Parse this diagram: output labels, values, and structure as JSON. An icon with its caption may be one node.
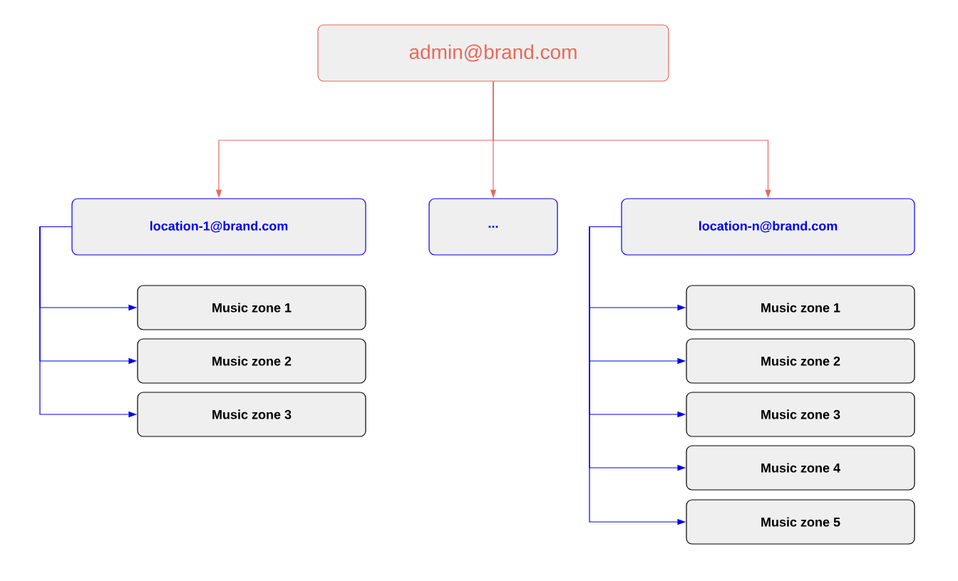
{
  "diagram": {
    "nodes": [
      {
        "text": [
          "admin@brand.com"
        ]
      },
      {
        "text": [
          "location-1@brand.com"
        ]
      },
      {
        "text": [
          "..."
        ]
      },
      {
        "text": [
          "location-n@brand.com"
        ]
      },
      {
        "text": [
          "Music zone 1"
        ]
      },
      {
        "text": [
          "Music zone 2"
        ]
      },
      {
        "text": [
          "Music zone 3"
        ]
      },
      {
        "text": [
          "Music zone 1"
        ]
      },
      {
        "text": [
          "Music zone 2"
        ]
      },
      {
        "text": [
          "Music zone 3"
        ]
      },
      {
        "text": [
          "Music zone 4"
        ]
      },
      {
        "text": [
          "Music zone 5"
        ]
      }
    ],
    "edges": [
      {
        "from": 0,
        "to": 1,
        "arrow": "to",
        "color": "#e8685a"
      },
      {
        "from": 0,
        "to": 2,
        "arrow": "to",
        "color": "#e8685a"
      },
      {
        "from": 0,
        "to": 3,
        "arrow": "to",
        "color": "#e8685a"
      },
      {
        "from": 1,
        "to": 4,
        "arrow": "to"
      },
      {
        "from": 1,
        "to": 5,
        "arrow": "to"
      },
      {
        "from": 1,
        "to": 6,
        "arrow": "to"
      },
      {
        "from": 3,
        "to": 7,
        "arrow": "to"
      },
      {
        "from": 3,
        "to": 8,
        "arrow": "to"
      },
      {
        "from": 3,
        "to": 9,
        "arrow": "to"
      },
      {
        "from": 3,
        "to": 10,
        "arrow": "to"
      },
      {
        "from": 3,
        "to": 11,
        "arrow": "to"
      }
    ]
  }
}
